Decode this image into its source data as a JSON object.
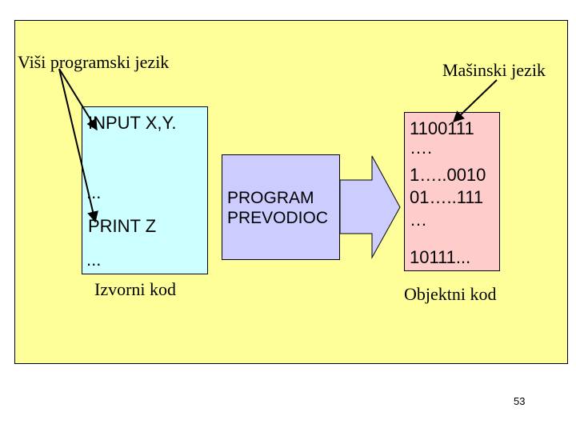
{
  "labels": {
    "high_level": "Viši programski jezik",
    "machine": "Mašinski jezik",
    "source_caption": "Izvorni kod",
    "object_caption": "Objektni kod"
  },
  "source_box": {
    "lines": [
      "INPUT X,Y.",
      "...",
      "PRINT Z",
      "..."
    ]
  },
  "translator_box": {
    "lines": [
      "PROGRAM",
      "PREVODIOC"
    ]
  },
  "object_box": {
    "lines": [
      "1100111",
      "….",
      "1…..0010",
      "01…..111",
      "…",
      "10111..."
    ]
  },
  "page_number": "53",
  "colors": {
    "background": "#ffff99",
    "source": "#ccffff",
    "translator": "#ccccff",
    "object": "#ffcccc",
    "arrow_fill": "#ccccff"
  }
}
